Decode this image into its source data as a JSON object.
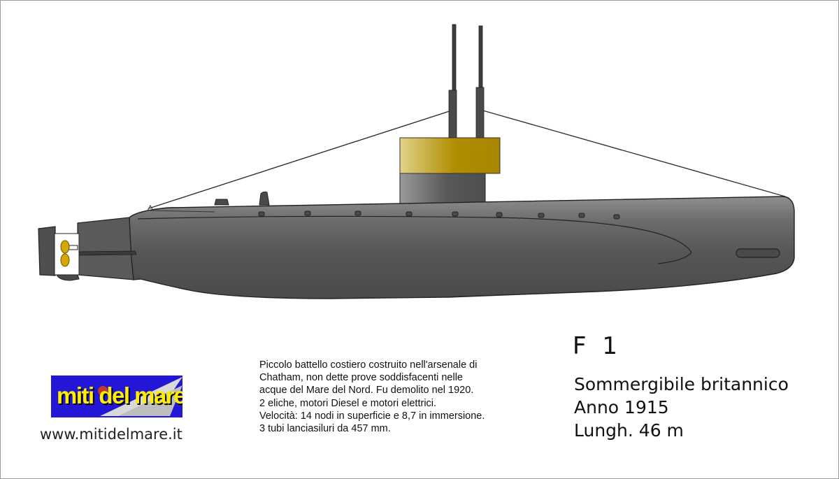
{
  "model": {
    "name": "F 1"
  },
  "specs": {
    "type": "Sommergibile britannico",
    "year": "Anno 1915",
    "length": "Lungh. 46 m"
  },
  "description": {
    "lines": [
      "Piccolo battello costiero costruito nell'arsenale di",
      "Chatham, non dette prove soddisfacenti nelle",
      "acque del Mare del Nord. Fu demolito nel 1920.",
      "2 eliche, motori Diesel e motori elettrici.",
      "Velocità: 14 nodi in superficie e 8,7 in immersione.",
      "3 tubi lanciasiluri da 457 mm."
    ]
  },
  "logo": {
    "text": "miti del mare",
    "url": "www.mitidelmare.it"
  },
  "colors": {
    "hull": "#555555",
    "hull_dark": "#3a3a3a",
    "tower_top": "#b08d00",
    "tower_top_light": "#e0d28a",
    "propeller": "#d4a800",
    "logo_bg": "#2316d6",
    "logo_text": "#ffee00"
  }
}
